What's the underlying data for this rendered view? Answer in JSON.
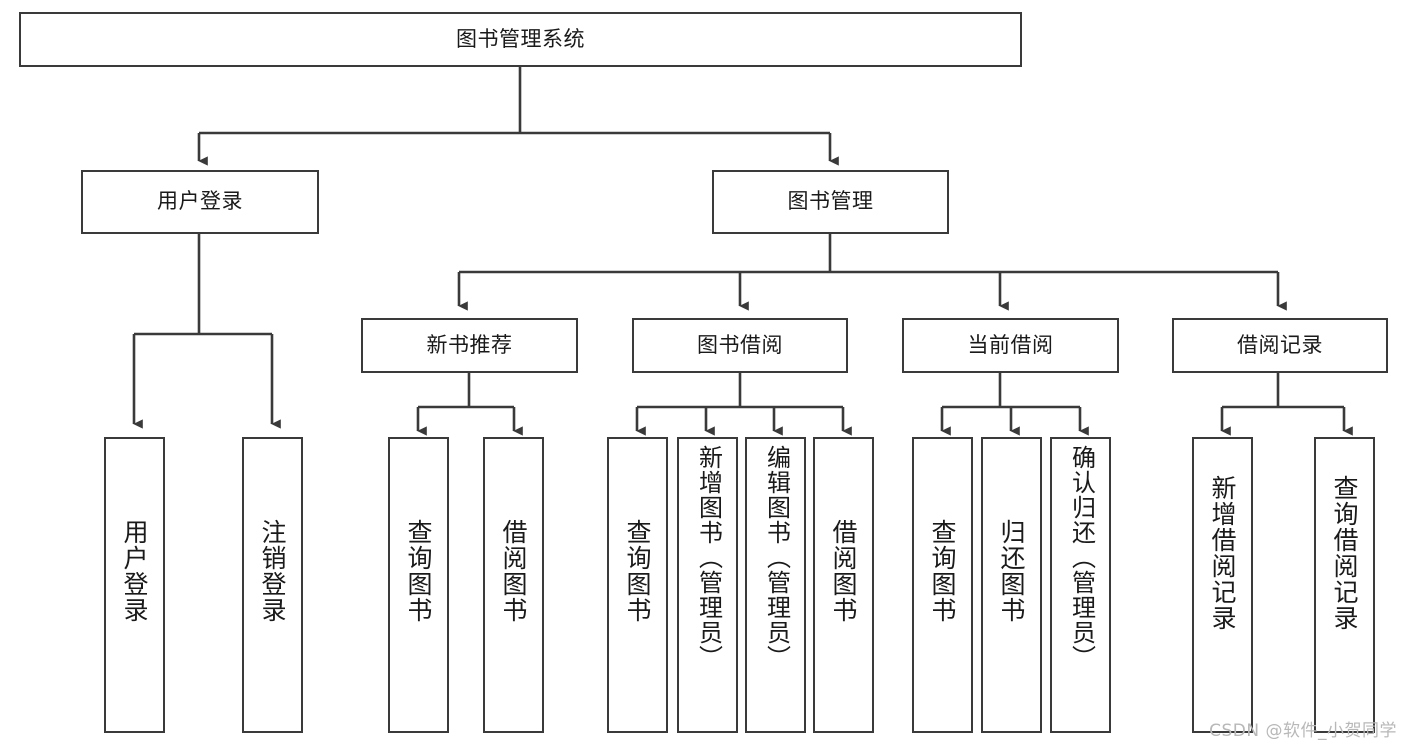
{
  "diagram": {
    "type": "tree-hierarchy",
    "title": "图书管理系统",
    "root": {
      "id": "root",
      "label": "图书管理系统"
    },
    "level2": [
      {
        "id": "user-login",
        "label": "用户登录"
      },
      {
        "id": "book-manage",
        "label": "图书管理"
      }
    ],
    "level3": [
      {
        "id": "new-book-recommend",
        "label": "新书推荐",
        "parent": "book-manage"
      },
      {
        "id": "book-borrow",
        "label": "图书借阅",
        "parent": "book-manage"
      },
      {
        "id": "current-borrow",
        "label": "当前借阅",
        "parent": "book-manage"
      },
      {
        "id": "borrow-record",
        "label": "借阅记录",
        "parent": "book-manage"
      }
    ],
    "leaves": [
      {
        "id": "leaf-user-login",
        "label": "用户登录",
        "parent": "user-login"
      },
      {
        "id": "leaf-logout-login",
        "label": "注销登录",
        "parent": "user-login"
      },
      {
        "id": "leaf-query-book-1",
        "label": "查询图书",
        "parent": "new-book-recommend"
      },
      {
        "id": "leaf-borrow-book-1",
        "label": "借阅图书",
        "parent": "new-book-recommend"
      },
      {
        "id": "leaf-query-book-2",
        "label": "查询图书",
        "parent": "book-borrow"
      },
      {
        "id": "leaf-add-book",
        "label": "新增图书（管理员）",
        "parent": "book-borrow"
      },
      {
        "id": "leaf-edit-book",
        "label": "编辑图书（管理员）",
        "parent": "book-borrow"
      },
      {
        "id": "leaf-borrow-book-2",
        "label": "借阅图书",
        "parent": "book-borrow"
      },
      {
        "id": "leaf-query-book-3",
        "label": "查询图书",
        "parent": "current-borrow"
      },
      {
        "id": "leaf-return-book",
        "label": "归还图书",
        "parent": "current-borrow"
      },
      {
        "id": "leaf-confirm-return",
        "label": "确认归还（管理员）",
        "parent": "current-borrow"
      },
      {
        "id": "leaf-add-record",
        "label": "新增借阅记录",
        "parent": "borrow-record"
      },
      {
        "id": "leaf-query-record",
        "label": "查询借阅记录",
        "parent": "borrow-record"
      }
    ],
    "watermark": "CSDN @软件_小贺同学",
    "colors": {
      "stroke": "#3a3a3a",
      "background": "#ffffff",
      "text": "#1a1a1a",
      "watermark": "#b8b8b8"
    }
  }
}
